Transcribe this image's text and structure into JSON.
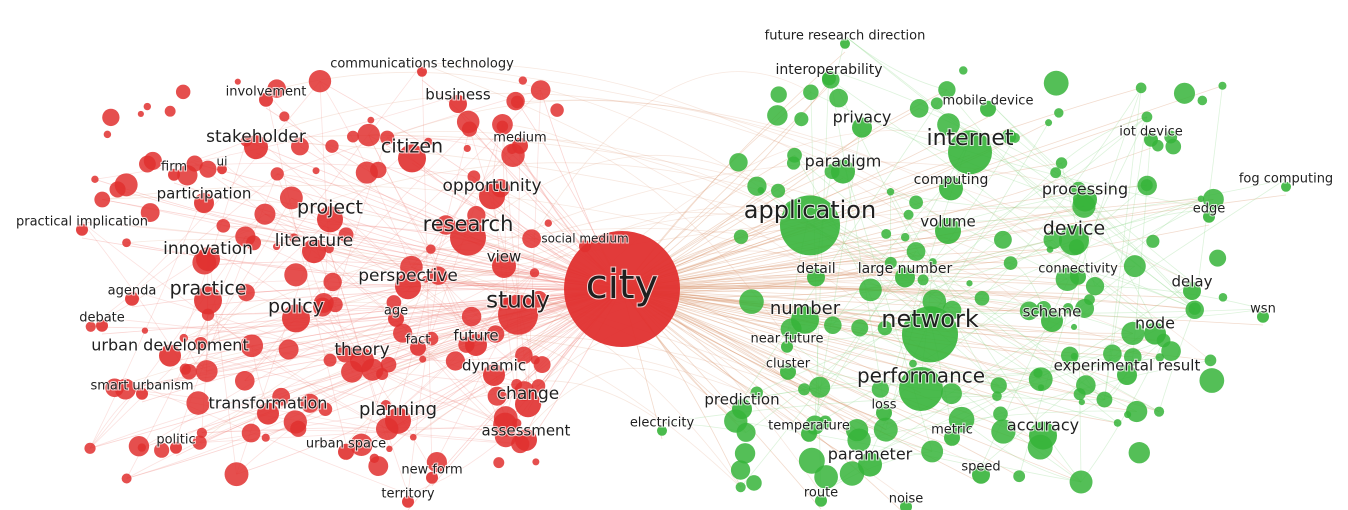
{
  "colors": {
    "cluster_red": "#e0302f",
    "cluster_green": "#36b43a",
    "link_red": "#f08a84",
    "link_green": "#8fd68a",
    "link_mixed": "#d99870",
    "label": "#1f1f1f"
  },
  "red_cluster": {
    "hub": "city",
    "terms": [
      "communications technology",
      "involvement",
      "business",
      "medium",
      "stakeholder",
      "citizen",
      "firm",
      "ui",
      "opportunity",
      "participation",
      "project",
      "practical implication",
      "research",
      "social medium",
      "literature",
      "innovation",
      "view",
      "perspective",
      "agenda",
      "practice",
      "study",
      "policy",
      "debate",
      "age",
      "fact",
      "future",
      "theory",
      "urban development",
      "dynamic",
      "smart urbanism",
      "change",
      "transformation",
      "planning",
      "assessment",
      "politic",
      "urban space",
      "new form",
      "territory"
    ]
  },
  "green_cluster": {
    "terms": [
      "future research direction",
      "interoperability",
      "mobile device",
      "privacy",
      "internet",
      "iot device",
      "paradigm",
      "computing",
      "processing",
      "fog computing",
      "application",
      "edge",
      "volume",
      "device",
      "detail",
      "large number",
      "connectivity",
      "delay",
      "number",
      "network",
      "scheme",
      "wsn",
      "node",
      "near future",
      "cluster",
      "experimental result",
      "performance",
      "prediction",
      "loss",
      "electricity",
      "temperature",
      "metric",
      "accuracy",
      "parameter",
      "speed",
      "route",
      "noise"
    ]
  }
}
